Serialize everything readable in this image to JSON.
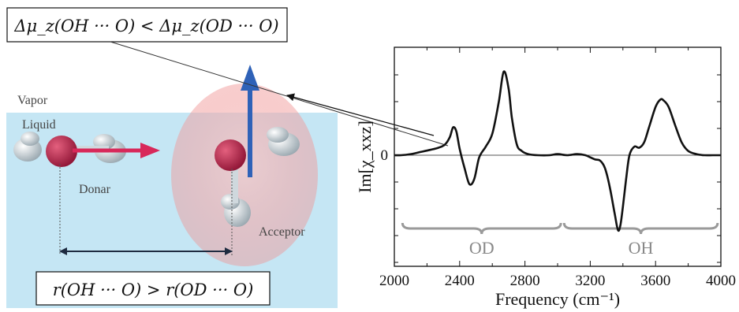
{
  "top_box": {
    "text": "Δμ_z(OH ··· O) < Δμ_z(OD ··· O)"
  },
  "bottom_box": {
    "text": "r(OH ··· O) > r(OD ··· O)"
  },
  "labels": {
    "vapor": "Vapor",
    "liquid": "Liquid",
    "donar": "Donar",
    "acceptor": "Acceptor"
  },
  "colors": {
    "liquid": "#c5e6f4",
    "oxygen": "#b8244a",
    "hydrogen": "#d4dde2",
    "dipole_arrow": "#2f62b8",
    "donor_arrow": "#d8285a",
    "acceptor_glow": "#f2a3a3",
    "brace": "#9a9a9a"
  },
  "chart_data": {
    "type": "line",
    "xlabel": "Frequency (cm⁻¹)",
    "ylabel": "Im[χ_xxz]",
    "xlim": [
      2000,
      4000
    ],
    "ylim": [
      -1.0,
      1.0
    ],
    "xticks": [
      2000,
      2400,
      2800,
      3200,
      3600,
      4000
    ],
    "yticks": [
      0
    ],
    "zero_line": true,
    "regions": [
      {
        "label": "OD",
        "from": 2050,
        "to": 3020
      },
      {
        "label": "OH",
        "from": 3040,
        "to": 3980
      }
    ],
    "series": [
      {
        "x": [
          2000,
          2040,
          2100,
          2160,
          2220,
          2270,
          2310,
          2340,
          2360,
          2380,
          2400,
          2430,
          2460,
          2490,
          2520,
          2560,
          2600,
          2640,
          2670,
          2700,
          2720,
          2750,
          2780,
          2820,
          2880,
          2950,
          3000,
          3060,
          3120,
          3170,
          3200,
          3230,
          3260,
          3290,
          3320,
          3350,
          3370,
          3385,
          3400,
          3420,
          3440,
          3470,
          3500,
          3530,
          3560,
          3600,
          3630,
          3650,
          3680,
          3720,
          3760,
          3800,
          3850,
          3900,
          3950,
          4000
        ],
        "y": [
          0.0,
          0.0,
          0.01,
          0.03,
          0.05,
          0.07,
          0.1,
          0.17,
          0.26,
          0.22,
          0.06,
          -0.12,
          -0.27,
          -0.22,
          -0.02,
          0.08,
          0.2,
          0.5,
          0.78,
          0.62,
          0.35,
          0.1,
          0.04,
          0.01,
          0.0,
          0.0,
          0.01,
          0.0,
          0.01,
          0.0,
          -0.02,
          -0.04,
          -0.05,
          -0.12,
          -0.3,
          -0.55,
          -0.7,
          -0.65,
          -0.48,
          -0.22,
          0.0,
          0.08,
          0.07,
          0.12,
          0.26,
          0.45,
          0.52,
          0.51,
          0.45,
          0.28,
          0.12,
          0.04,
          0.01,
          0.0,
          0.0,
          0.0
        ]
      }
    ]
  }
}
